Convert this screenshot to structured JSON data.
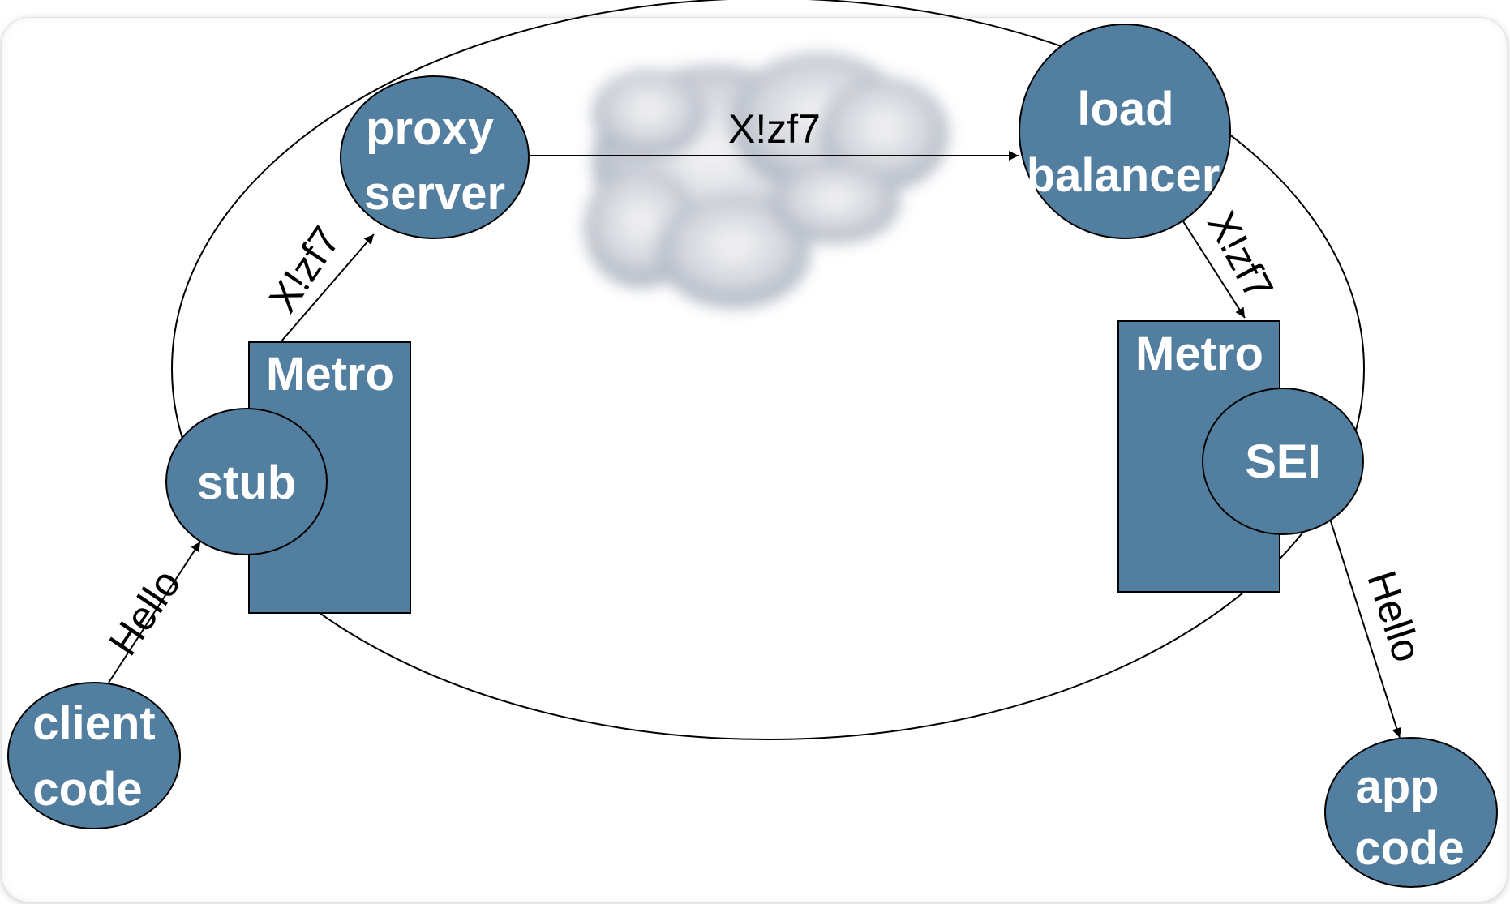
{
  "nodes": {
    "client_code": [
      "client",
      "code"
    ],
    "stub": [
      "stub"
    ],
    "metro_left": [
      "Metro"
    ],
    "proxy_server": [
      "proxy",
      "server"
    ],
    "load_balancer": [
      "load",
      "balancer"
    ],
    "metro_right": [
      "Metro"
    ],
    "sei": [
      "SEI"
    ],
    "app_code": [
      "app",
      "code"
    ]
  },
  "edges": {
    "client_to_stub": "Hello",
    "metro_to_proxy": "X!zf7",
    "proxy_to_balancer": "X!zf7",
    "balancer_to_metro": "X!zf7",
    "sei_to_app": "Hello"
  },
  "colors": {
    "node_fill": "#527ea0",
    "cloud": "#9aa4b4"
  },
  "icons": {
    "cloud": "cloud-icon"
  }
}
